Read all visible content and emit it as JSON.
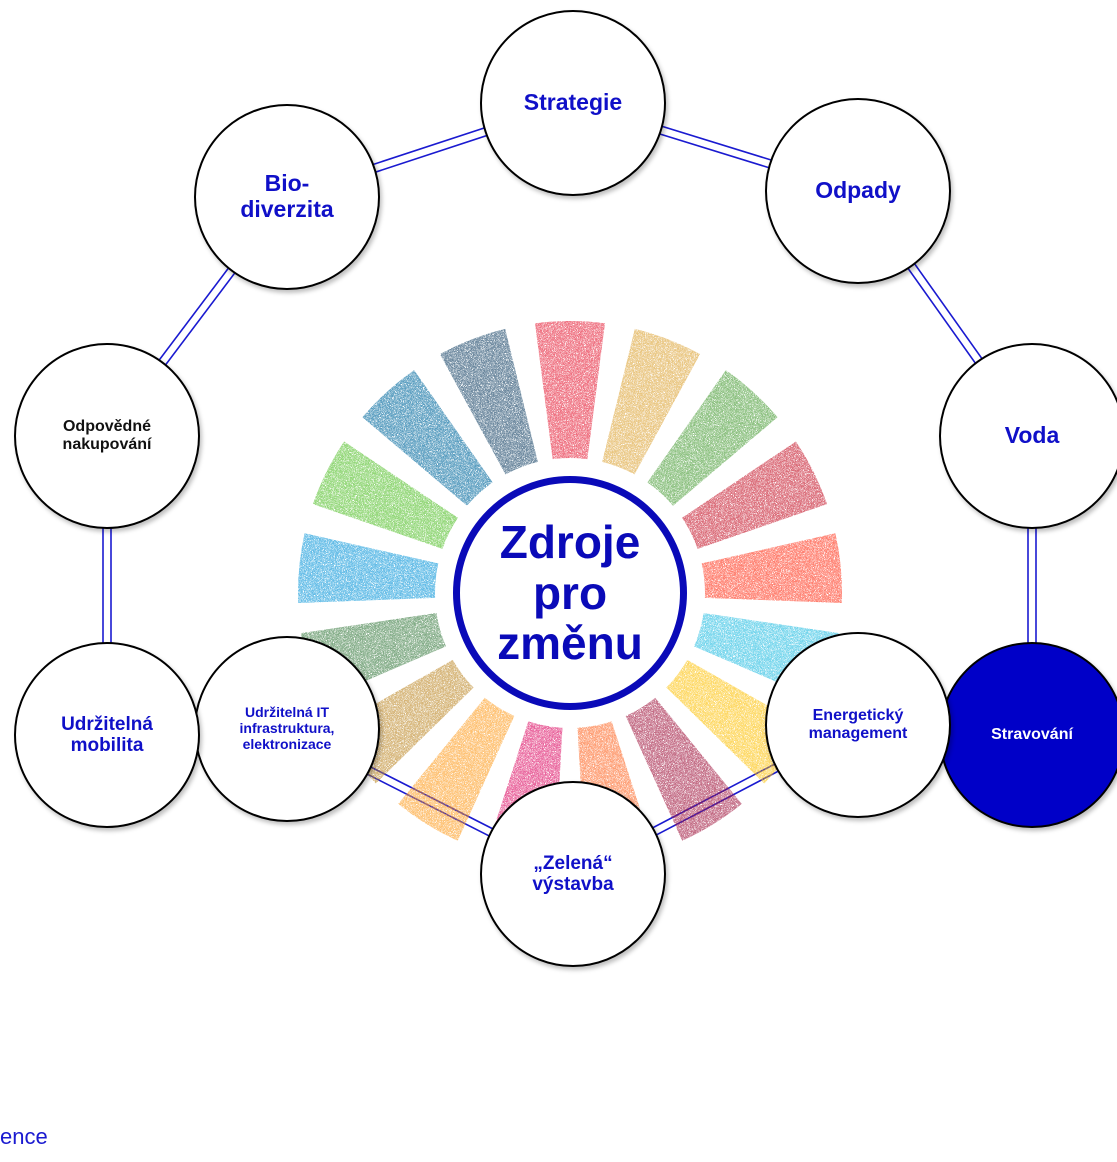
{
  "center": {
    "label": "Zdroje\npro\nzměnu"
  },
  "nodes": [
    {
      "id": "strategie",
      "label": "Strategie",
      "style": "normal"
    },
    {
      "id": "odpady",
      "label": "Odpady",
      "style": "normal"
    },
    {
      "id": "voda",
      "label": "Voda",
      "style": "normal"
    },
    {
      "id": "stravovani",
      "label": "Stravování",
      "style": "filled"
    },
    {
      "id": "energeticky-management",
      "label": "Energetický\nmanagement",
      "style": "normal"
    },
    {
      "id": "zelena-vystavba",
      "label": "„Zelená“\nvýstavba",
      "style": "normal"
    },
    {
      "id": "udrzitelna-it",
      "label": "Udržitelná IT\ninfrastruktura,\nelektronizace",
      "style": "normal"
    },
    {
      "id": "udrzitelna-mobilita",
      "label": "Udržitelná\nmobilita",
      "style": "normal"
    },
    {
      "id": "odpovedne-nakupovani",
      "label": "Odpovědné\nnakupování",
      "style": "dark"
    },
    {
      "id": "biodiverzita",
      "label": "Bio-\ndiverzita",
      "style": "normal"
    }
  ],
  "footer": {
    "corner_text": "ence"
  },
  "colors": {
    "ring": "#1a1ad0",
    "accent": "#0000c8",
    "text_blue": "#1010c8",
    "wheel": [
      "#e5243b",
      "#dda63a",
      "#4c9f38",
      "#c5192d",
      "#ff3a21",
      "#26bde2",
      "#fcc30b",
      "#a21942",
      "#fd6925",
      "#dd1367",
      "#fd9d24",
      "#bf8b2e",
      "#3f7e44",
      "#0a97d9",
      "#56c02b",
      "#00689d",
      "#19486a"
    ]
  }
}
